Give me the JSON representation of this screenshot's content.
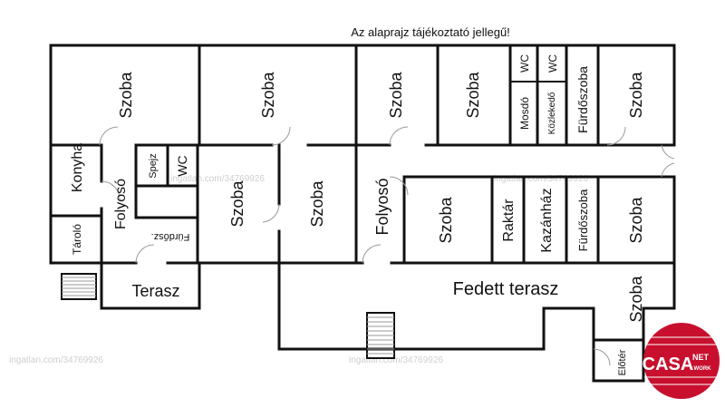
{
  "note": "Az alaprajz tájékoztató jellegű!",
  "rooms": {
    "szoba_label": "Szoba",
    "konyha": "Konyha",
    "folyoso": "Folyosó",
    "spejz": "Spejz",
    "wc": "WC",
    "tarolo": "Tároló",
    "furdo_short": "Fürdősz.",
    "terasz": "Terasz",
    "fedett_terasz": "Fedett terasz",
    "mosdo": "Mosdó",
    "kozlekedo": "Közlekedő",
    "furdoszoba": "Fürdőszoba",
    "raktar": "Raktár",
    "kazanhaz": "Kazánház",
    "eloter": "Előtér"
  },
  "watermark": "ingatlan.com/34769926",
  "logo": {
    "brand": "CASA",
    "suffix_top": "NET",
    "suffix_bottom": "WORK",
    "color": "#c8102e"
  }
}
